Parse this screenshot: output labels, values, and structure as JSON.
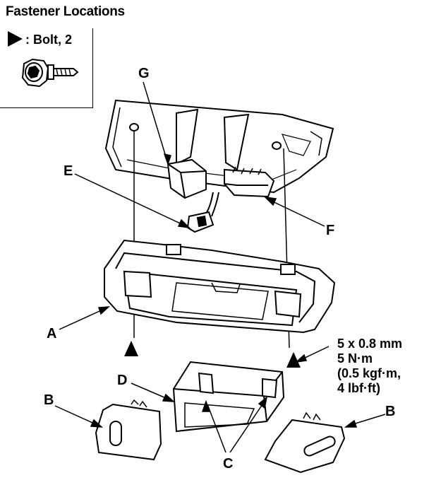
{
  "title": "Fastener Locations",
  "legend": {
    "symbol_icon": "black-triangle-icon",
    "label": ": Bolt, 2",
    "part_icon": "bolt-icon"
  },
  "callouts": {
    "A": "A",
    "B_left": "B",
    "B_right": "B",
    "C": "C",
    "D": "D",
    "E": "E",
    "F": "F",
    "G": "G"
  },
  "torque_spec": {
    "line1": "5 x 0.8 mm",
    "line2": "5 N·m",
    "line3": "(0.5 kgf·m,",
    "line4": "4 lbf·ft)"
  }
}
